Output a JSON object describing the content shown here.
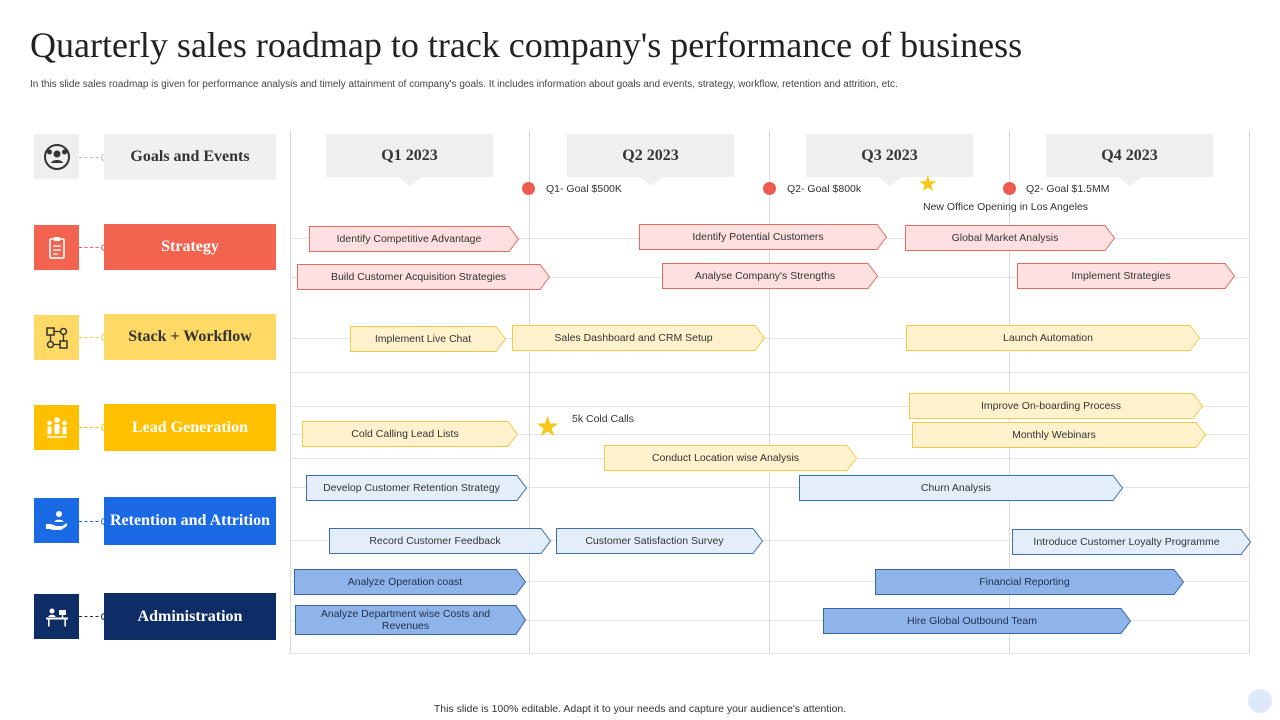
{
  "header": {
    "title": "Quarterly sales roadmap to track company's performance of business",
    "subtitle": "In this slide sales roadmap is given for performance analysis and timely attainment  of company's goals. It includes information about goals and events, strategy, workflow, retention and attrition, etc."
  },
  "footer": {
    "text": "This slide is 100% editable. Adapt it to your needs and capture your audience's attention."
  },
  "colors": {
    "strategy": "#f26350",
    "workflow": "#ffd966",
    "lead": "#ffc000",
    "retention": "#1a6ae6",
    "admin": "#0e2d66",
    "goals": "#f0f0f0",
    "red_bar_fill": "#fde0df",
    "red_bar_stroke": "#e06b62",
    "yellow_bar_fill": "#fff2cc",
    "yellow_bar_stroke": "#f2c94c",
    "light_blue_fill": "#e4eefa",
    "light_blue_stroke": "#3e6ea8",
    "mid_blue_fill": "#8eb4ea",
    "mid_blue_stroke": "#3564a8",
    "milestone": "#ec5b50",
    "star": "#f5c518"
  },
  "rows": [
    {
      "id": "goals-and-events",
      "label": "Goals and Events",
      "icon": "team-icon"
    },
    {
      "id": "strategy",
      "label": "Strategy",
      "icon": "clipboard-icon"
    },
    {
      "id": "stack-workflow",
      "label": "Stack + Workflow",
      "icon": "workflow-icon"
    },
    {
      "id": "lead-generation",
      "label": "Lead Generation",
      "icon": "people-icon"
    },
    {
      "id": "retention-attrition",
      "label": "Retention and Attrition",
      "icon": "hand-user-icon"
    },
    {
      "id": "administration",
      "label": "Administration",
      "icon": "desk-icon"
    }
  ],
  "quarters": [
    "Q1 2023",
    "Q2 2023",
    "Q3 2023",
    "Q4 2023"
  ],
  "milestones": [
    {
      "text": "Q1- Goal $500K"
    },
    {
      "text": "Q2- Goal $800k"
    },
    {
      "text": "Q2- Goal $1.5MM"
    }
  ],
  "events": [
    {
      "text": "New Office Opening in Los Angeles"
    },
    {
      "text": "5k Cold Calls"
    }
  ],
  "tasks": [
    {
      "text": "Identify Competitive Advantage",
      "style": "red"
    },
    {
      "text": "Identify Potential Customers",
      "style": "red"
    },
    {
      "text": "Global Market Analysis",
      "style": "red"
    },
    {
      "text": "Build Customer Acquisition Strategies",
      "style": "red"
    },
    {
      "text": "Analyse Company's Strengths",
      "style": "red"
    },
    {
      "text": "Implement  Strategies",
      "style": "red"
    },
    {
      "text": "Implement  Live Chat",
      "style": "yellow"
    },
    {
      "text": "Sales Dashboard and CRM  Setup",
      "style": "yellow"
    },
    {
      "text": "Launch Automation",
      "style": "yellow"
    },
    {
      "text": "Improve On-boarding Process",
      "style": "yellow"
    },
    {
      "text": "Cold Calling  Lead Lists",
      "style": "yellow"
    },
    {
      "text": "Monthly Webinars",
      "style": "yellow"
    },
    {
      "text": "Conduct Location wise Analysis",
      "style": "yellow"
    },
    {
      "text": "Develop Customer Retention Strategy",
      "style": "lightblue"
    },
    {
      "text": "Churn Analysis",
      "style": "lightblue"
    },
    {
      "text": "Record Customer Feedback",
      "style": "lightblue"
    },
    {
      "text": "Customer Satisfaction Survey",
      "style": "lightblue"
    },
    {
      "text": "Introduce Customer Loyalty Programme",
      "style": "lightblue"
    },
    {
      "text": "Analyze Operation coast",
      "style": "midblue"
    },
    {
      "text": "Financial Reporting",
      "style": "midblue"
    },
    {
      "text": "Analyze Department wise Costs and Revenues",
      "style": "midblue"
    },
    {
      "text": "Hire Global Outbound Team",
      "style": "midblue"
    }
  ]
}
